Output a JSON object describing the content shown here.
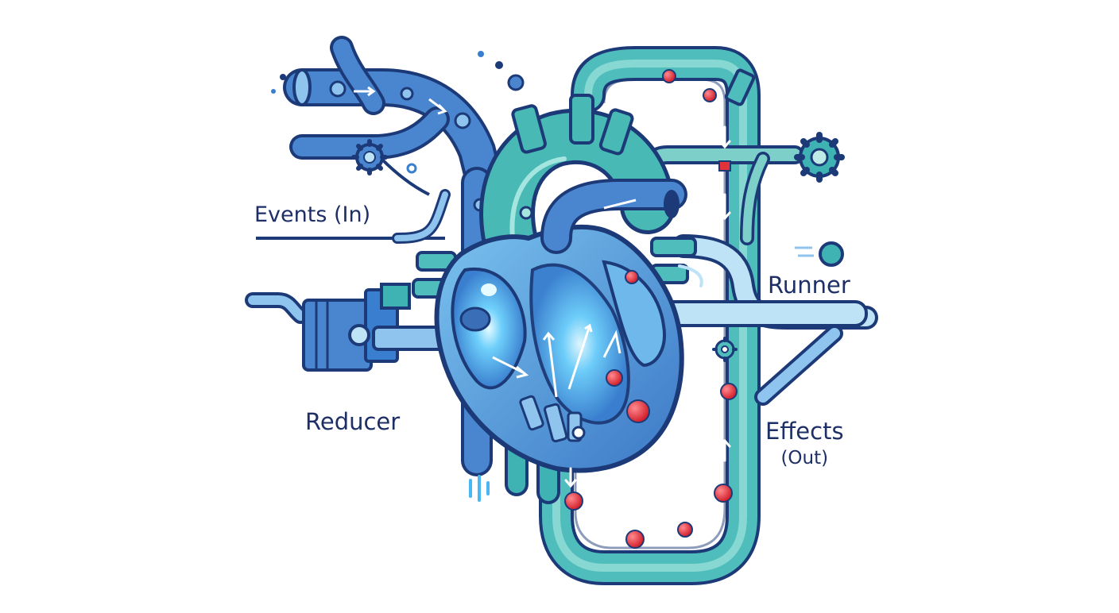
{
  "labels": {
    "events_in": "Events (In)",
    "runner": "Runner",
    "reducer": "Reducer",
    "effects": "Effects",
    "effects_out": "(Out)"
  },
  "colors": {
    "outline": "#1d3a78",
    "blue_pipe": "#4a86d0",
    "blue_light": "#8fc4ee",
    "teal_pipe": "#3fb2b4",
    "teal_light": "#8fdbd6",
    "heart_glow": "#49b8f2",
    "red_particle": "#e2333b",
    "text": "#1d2f66"
  },
  "icons": [
    "gear-icon",
    "arrow-icon",
    "heart-icon",
    "particle-icon",
    "piston-icon",
    "folder-icon"
  ]
}
